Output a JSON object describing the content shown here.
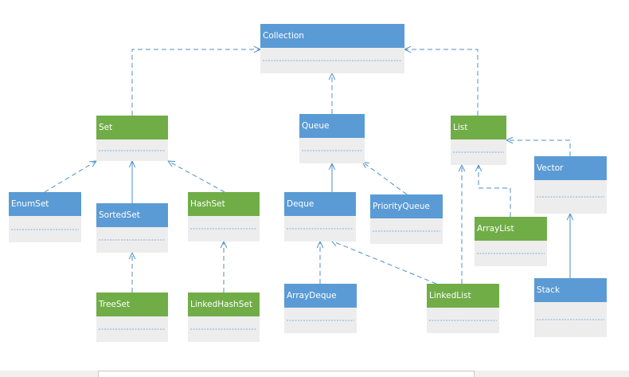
{
  "colors": {
    "interface": "#5b9bd5",
    "class": "#70ad47",
    "body": "#ededed",
    "edge": "#4f8fc6",
    "divider": "#5b9bd5",
    "text": "#ffffff"
  },
  "nodes": [
    {
      "id": "collection",
      "label": "Collection",
      "kind": "interface"
    },
    {
      "id": "set",
      "label": "Set",
      "kind": "class"
    },
    {
      "id": "queue",
      "label": "Queue",
      "kind": "interface"
    },
    {
      "id": "list",
      "label": "List",
      "kind": "class"
    },
    {
      "id": "vector",
      "label": "Vector",
      "kind": "interface"
    },
    {
      "id": "enumset",
      "label": "EnumSet",
      "kind": "interface"
    },
    {
      "id": "sortedset",
      "label": "SortedSet",
      "kind": "interface"
    },
    {
      "id": "hashset",
      "label": "HashSet",
      "kind": "class"
    },
    {
      "id": "deque",
      "label": "Deque",
      "kind": "interface"
    },
    {
      "id": "priorityqueue",
      "label": "PriorityQueue",
      "kind": "interface"
    },
    {
      "id": "arraylist",
      "label": "ArrayList",
      "kind": "class"
    },
    {
      "id": "treeset",
      "label": "TreeSet",
      "kind": "class"
    },
    {
      "id": "linkedhashset",
      "label": "LinkedHashSet",
      "kind": "class"
    },
    {
      "id": "arraydeque",
      "label": "ArrayDeque",
      "kind": "interface"
    },
    {
      "id": "linkedlist",
      "label": "LinkedList",
      "kind": "class"
    },
    {
      "id": "stack",
      "label": "Stack",
      "kind": "interface"
    }
  ],
  "edges": [
    {
      "from": "set",
      "to": "collection",
      "style": "dashed"
    },
    {
      "from": "queue",
      "to": "collection",
      "style": "dashed"
    },
    {
      "from": "list",
      "to": "collection",
      "style": "dashed"
    },
    {
      "from": "enumset",
      "to": "set",
      "style": "dashed"
    },
    {
      "from": "sortedset",
      "to": "set",
      "style": "solid"
    },
    {
      "from": "hashset",
      "to": "set",
      "style": "dashed"
    },
    {
      "from": "treeset",
      "to": "sortedset",
      "style": "dashed"
    },
    {
      "from": "linkedhashset",
      "to": "hashset",
      "style": "dashed"
    },
    {
      "from": "deque",
      "to": "queue",
      "style": "solid"
    },
    {
      "from": "priorityqueue",
      "to": "queue",
      "style": "dashed"
    },
    {
      "from": "arraydeque",
      "to": "deque",
      "style": "dashed"
    },
    {
      "from": "linkedlist",
      "to": "deque",
      "style": "dashed"
    },
    {
      "from": "linkedlist",
      "to": "list",
      "style": "dashed"
    },
    {
      "from": "arraylist",
      "to": "list",
      "style": "dashed"
    },
    {
      "from": "vector",
      "to": "list",
      "style": "dashed"
    },
    {
      "from": "stack",
      "to": "vector",
      "style": "solid"
    }
  ]
}
